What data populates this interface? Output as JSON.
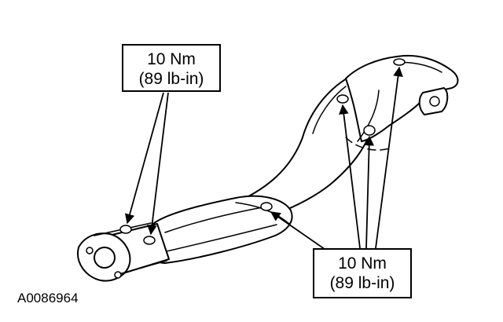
{
  "callouts": {
    "left": {
      "torque": "10 Nm",
      "torque_imperial": "(89 lb-in)"
    },
    "right": {
      "torque": "10 Nm",
      "torque_imperial": "(89 lb-in)"
    }
  },
  "figure_id": "A0086964",
  "colors": {
    "line": "#000000",
    "fill": "#ffffff"
  }
}
